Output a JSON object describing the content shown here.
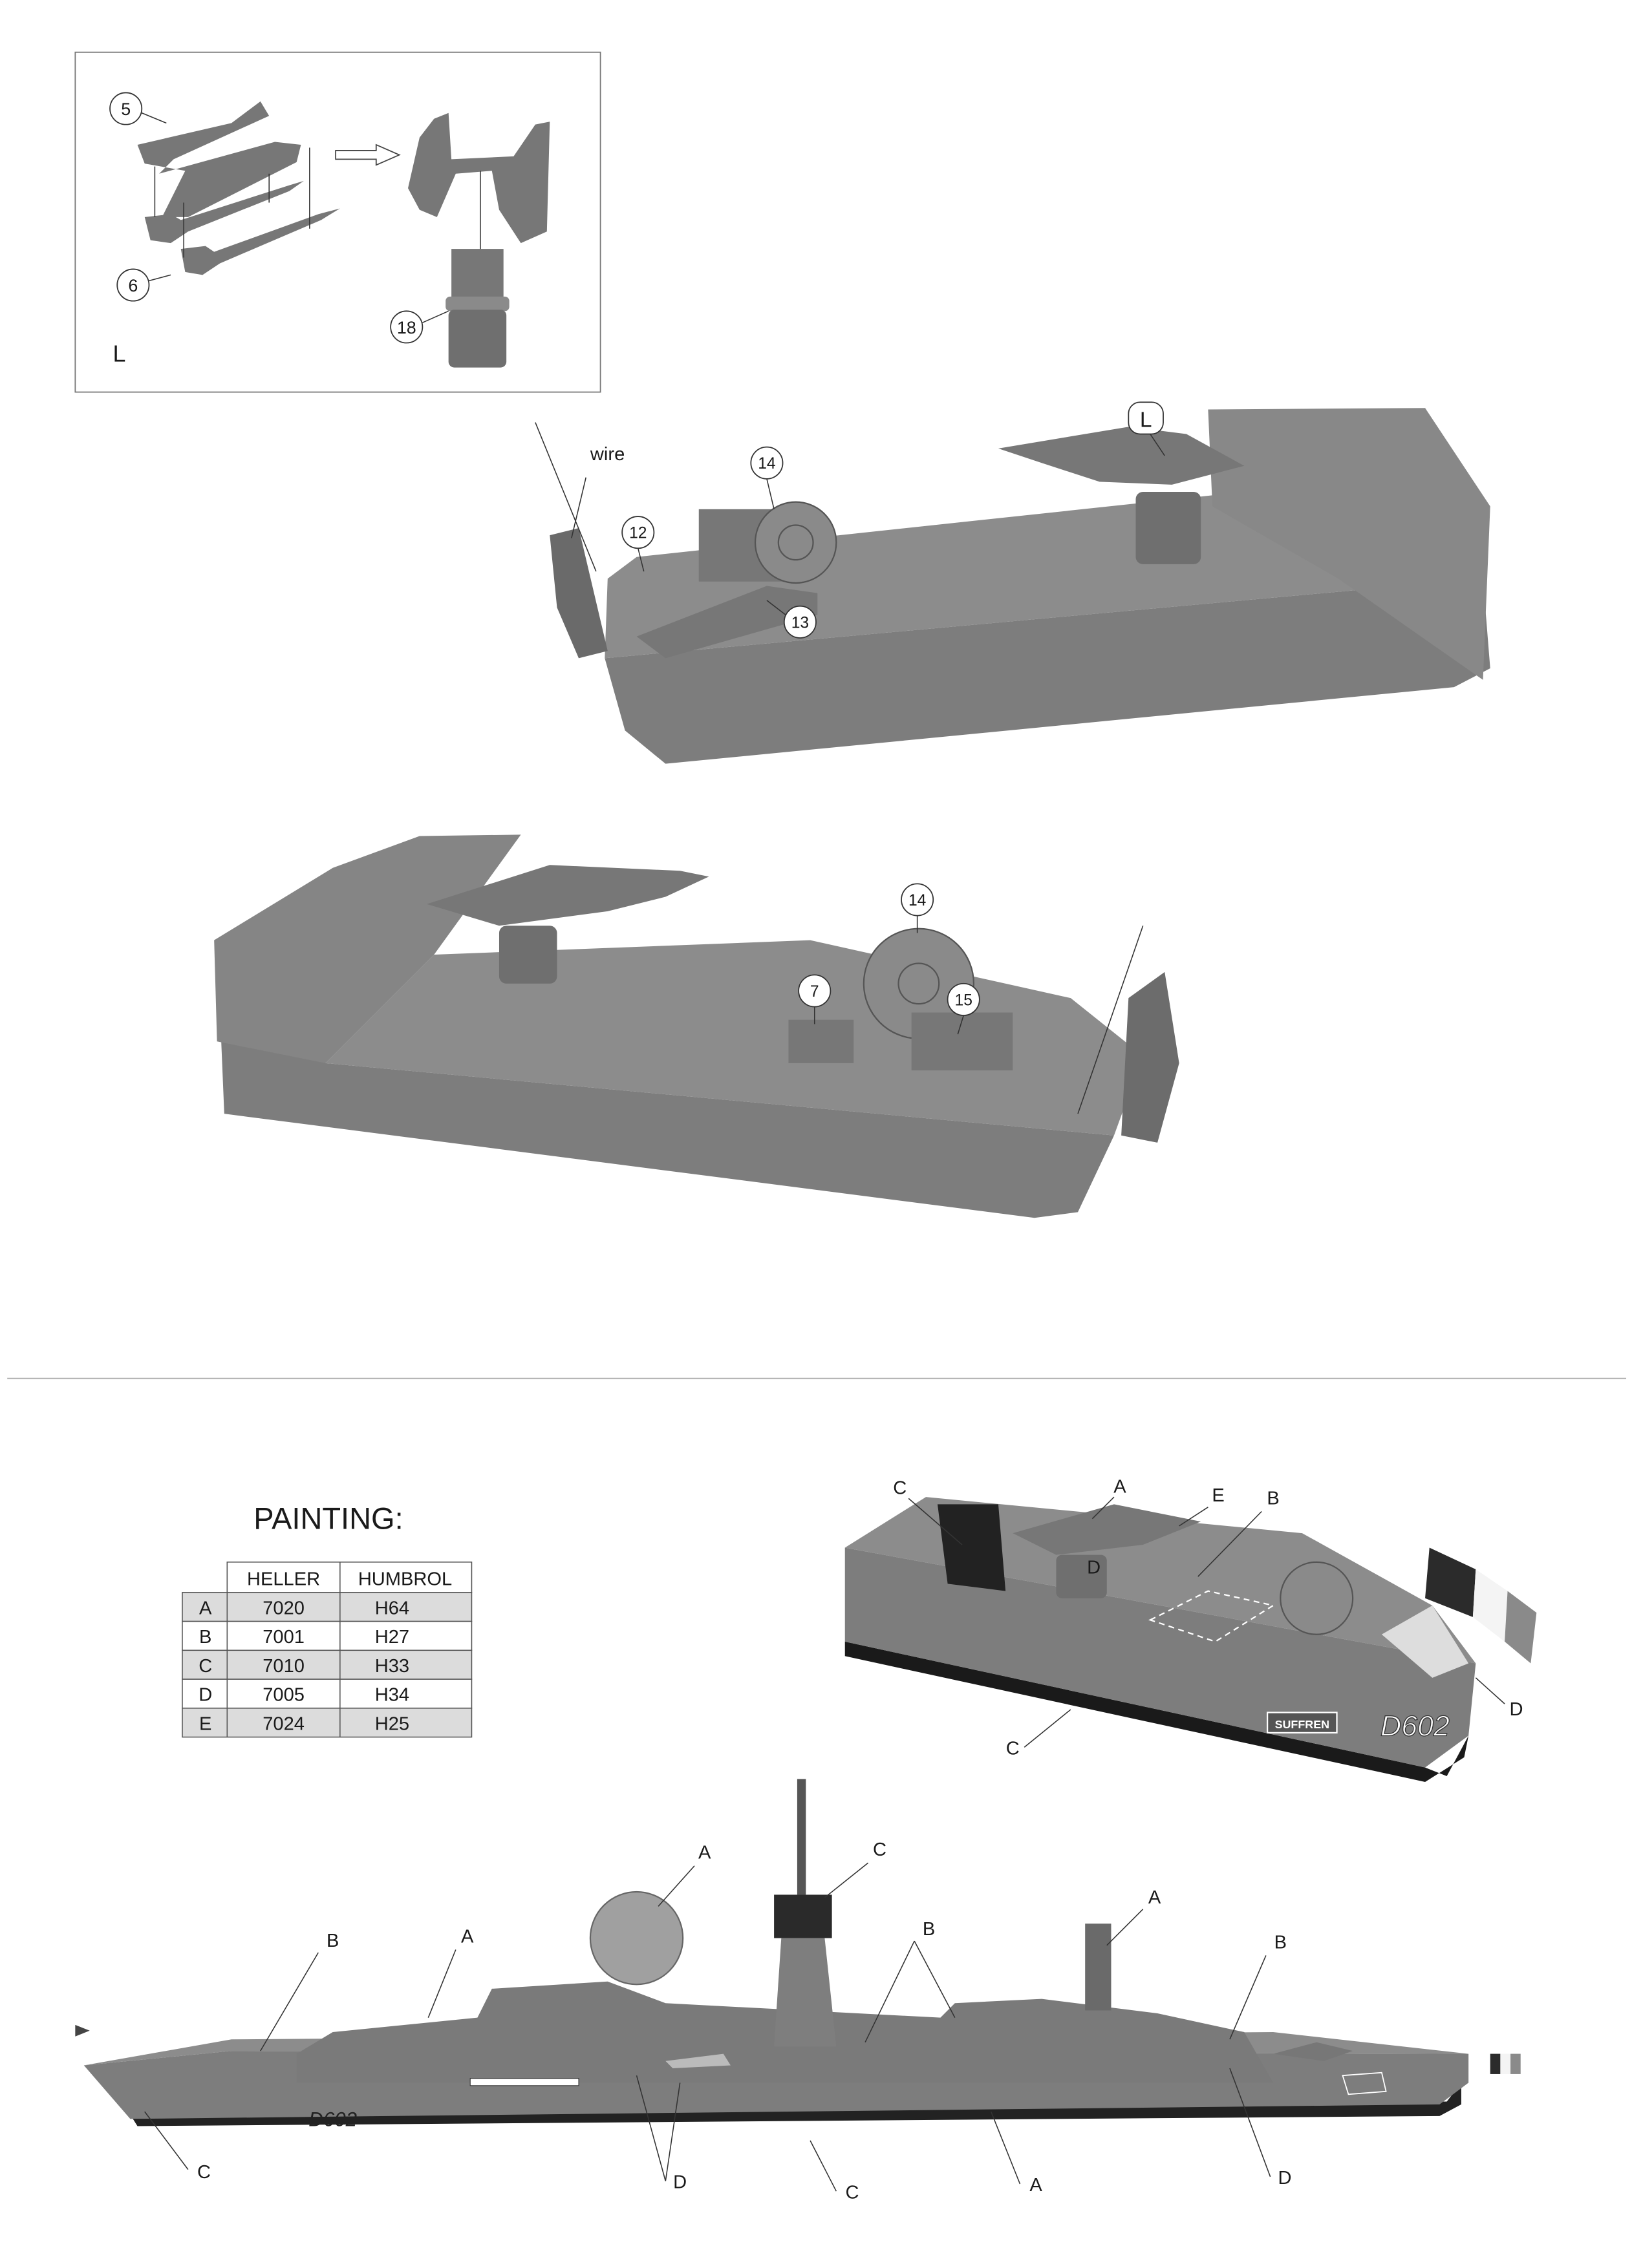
{
  "inset": {
    "title": "L",
    "callouts": [
      "5",
      "6",
      "18"
    ]
  },
  "upper_view": {
    "wire_label": "wire",
    "callouts": [
      "14",
      "12",
      "13",
      "L"
    ]
  },
  "lower_view": {
    "callouts": [
      "14",
      "7",
      "15"
    ]
  },
  "painting": {
    "title": "PAINTING:",
    "columns": [
      "",
      "HELLER",
      "HUMBROL"
    ],
    "rows": [
      {
        "code": "A",
        "heller": "7020",
        "humbrol": "H64",
        "shade": "#dcdcdc"
      },
      {
        "code": "B",
        "heller": "7001",
        "humbrol": "H27",
        "shade": "#ffffff"
      },
      {
        "code": "C",
        "heller": "7010",
        "humbrol": "H33",
        "shade": "#dcdcdc"
      },
      {
        "code": "D",
        "heller": "7005",
        "humbrol": "H34",
        "shade": "#ffffff"
      },
      {
        "code": "E",
        "heller": "7024",
        "humbrol": "H25",
        "shade": "#dcdcdc"
      }
    ]
  },
  "stern_view": {
    "labels": [
      "C",
      "A",
      "E",
      "B",
      "D",
      "D",
      "C"
    ],
    "name_plate": "SUFFREN",
    "hull_number": "D602"
  },
  "ship_view": {
    "labels": [
      "A",
      "C",
      "B",
      "A",
      "A",
      "B",
      "B",
      "C",
      "D",
      "C",
      "A",
      "D"
    ],
    "hull_number": "D602"
  },
  "colors": {
    "flag_blue": "#2b2b2b",
    "flag_white": "#f4f4f4",
    "flag_red": "#8a8a8a",
    "hull_grey": "#7d7d7d"
  }
}
